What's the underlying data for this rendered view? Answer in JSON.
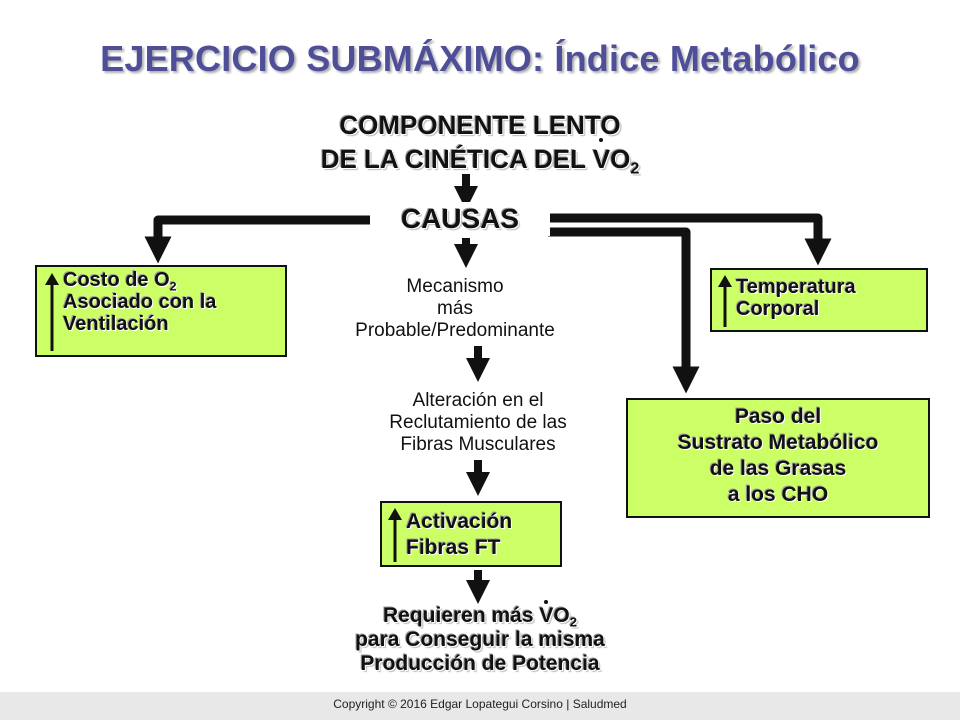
{
  "title": "EJERCICIO SUBMÁXIMO: Índice Metabólico",
  "componente": {
    "line1": "COMPONENTE LENTO",
    "line2_prefix": "DE LA CINÉTICA DEL ",
    "line2_v": "V",
    "line2_o": "O",
    "line2_sub": "2"
  },
  "causas": "CAUSAS",
  "mecanismo": {
    "line1": "Mecanismo",
    "line2": "más",
    "line3": "Probable/Predominante"
  },
  "alteracion": {
    "line1": "Alteración en el",
    "line2": "Reclutamiento de las",
    "line3": "Fibras Musculares"
  },
  "activacion": {
    "line1": "Activación",
    "line2": "Fibras FT"
  },
  "requieren": {
    "line1_prefix": "Requieren más ",
    "line1_v": "V",
    "line1_o": "O",
    "line1_sub": "2",
    "line2": "para Conseguir la misma",
    "line3": "Producción de Potencia"
  },
  "costo": {
    "line1_prefix": "Costo de O",
    "line1_sub": "2",
    "line2": "Asociado con la",
    "line3": "Ventilación"
  },
  "temperatura": {
    "line1": "Temperatura",
    "line2": "Corporal"
  },
  "paso": {
    "line1": "Paso del",
    "line2": "Sustrato Metabólico",
    "line3": "de las Grasas",
    "line4": "a los CHO"
  },
  "footer": "Copyright © 2016 Edgar Lopategui Corsino | Saludmed",
  "colors": {
    "title": "#4f4f99",
    "box_fill": "#ccff66",
    "line": "#111111"
  },
  "icons": {
    "increase": "up-arrow-icon"
  }
}
